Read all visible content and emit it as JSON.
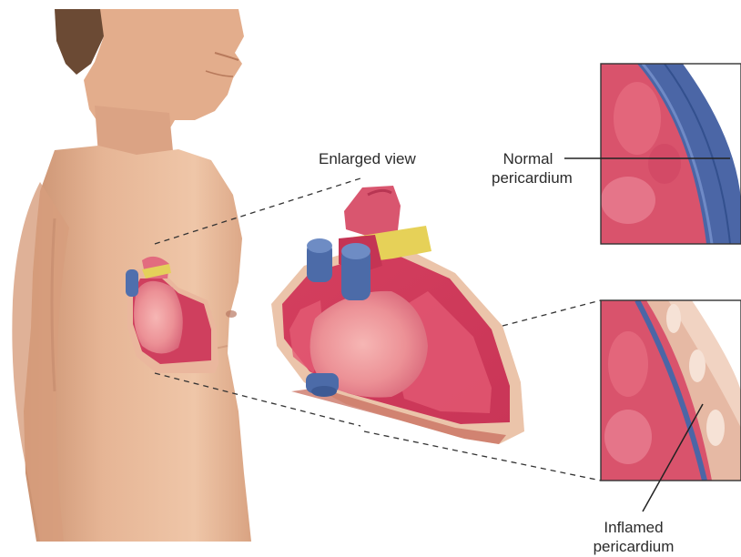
{
  "labels": {
    "enlarged_view": "Enlarged view",
    "normal": [
      "Normal",
      "pericardium"
    ],
    "inflamed": [
      "Inflamed",
      "pericardium"
    ]
  },
  "colors": {
    "skin": "#e7b698",
    "skin_shadow": "#c98f70",
    "hair": "#6a4a35",
    "pericardium_outer": "#e9c2a8",
    "myocardium": "#d94d6a",
    "myocardium_dark": "#b8324f",
    "vein_blue": "#4a67a8",
    "fat_yellow": "#e2cf55",
    "pink_inner": "#f1a4aa"
  }
}
